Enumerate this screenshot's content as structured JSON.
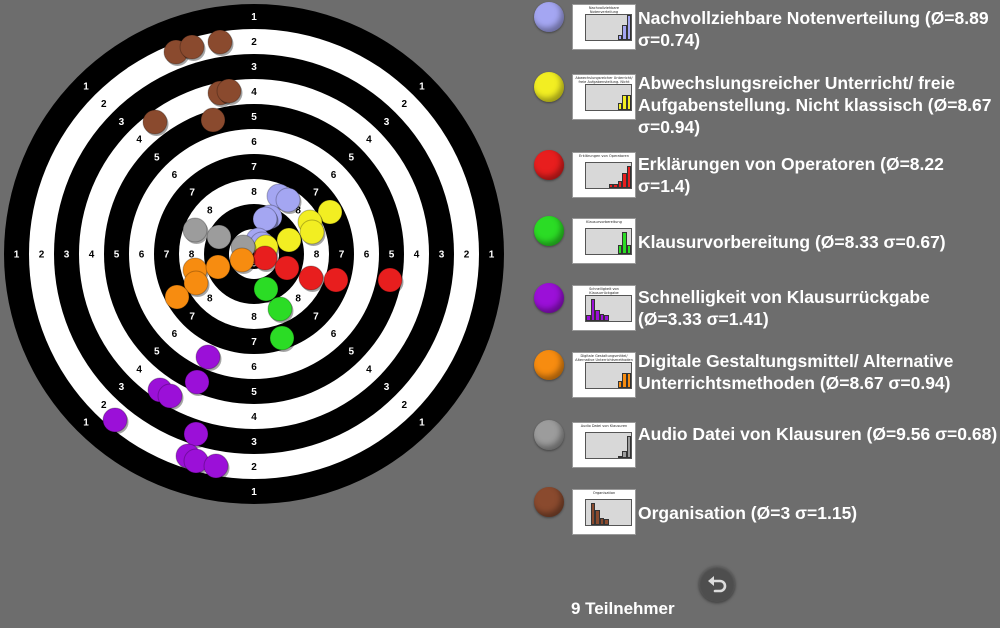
{
  "target": {
    "ring_labels": [
      "1",
      "2",
      "3",
      "4",
      "5",
      "6",
      "7",
      "8",
      "9"
    ]
  },
  "legend": [
    {
      "text": "Nachvollziehbare Notenverteilung (Ø=8.89 σ=0.74)",
      "color": "#a4a6f2",
      "thumb_title": "Nachvollziehbare Notenverteilung",
      "bars": [
        0,
        0,
        0,
        0,
        0,
        0,
        0,
        0.2,
        0.6,
        1.0
      ]
    },
    {
      "text": "Abwechslungsreicher Unterricht/ freie Aufgabenstellung. Nicht klassisch (Ø=8.67 σ=0.94)",
      "color": "#f2ee22",
      "thumb_title": "Abwechslungsreicher Unterricht/ freie Aufgabenstellung. Nicht klassisch",
      "bars": [
        0,
        0,
        0,
        0,
        0,
        0,
        0,
        0.3,
        0.6,
        0.6
      ]
    },
    {
      "text": "Erklärungen von Operatoren (Ø=8.22 σ=1.4)",
      "color": "#e81e1e",
      "thumb_title": "Erklärungen von Operatoren",
      "bars": [
        0,
        0,
        0,
        0,
        0,
        0.15,
        0.15,
        0.3,
        0.6,
        0.9
      ]
    },
    {
      "text": "Klausurvorbereitung (Ø=8.33 σ=0.67)",
      "color": "#2bdc25",
      "thumb_title": "Klausurvorbereitung",
      "bars": [
        0,
        0,
        0,
        0,
        0,
        0,
        0,
        0.35,
        0.9,
        0.35
      ]
    },
    {
      "text": "Schnelligkeit von Klausurrückgabe (Ø=3.33 σ=1.41)",
      "color": "#9b10d8",
      "thumb_title": "Schnelligkeit von Klausurrückgabe",
      "bars": [
        0.25,
        0.9,
        0.45,
        0.3,
        0.25,
        0,
        0,
        0,
        0,
        0
      ]
    },
    {
      "text": "Digitale Gestaltungsmittel/ Alternative Unterrichtsmethoden (Ø=8.67 σ=0.94)",
      "color": "#f78c10",
      "thumb_title": "Digitale Gestaltungsmittel/ Alternative Unterrichtsmethoden",
      "bars": [
        0,
        0,
        0,
        0,
        0,
        0,
        0,
        0.3,
        0.6,
        0.6
      ]
    },
    {
      "text": "Audio Datei von Klausuren (Ø=9.56 σ=0.68)",
      "color": "#9c9c9c",
      "thumb_title": "Audio Datei von Klausuren",
      "bars": [
        0,
        0,
        0,
        0,
        0,
        0,
        0,
        0.1,
        0.3,
        0.9
      ]
    },
    {
      "text": "Organisation (Ø=3 σ=1.15)",
      "color": "#8a4a2e",
      "thumb_title": "Organisation",
      "bars": [
        0,
        0.9,
        0.6,
        0.3,
        0.25,
        0,
        0,
        0,
        0,
        0
      ]
    }
  ],
  "footer": {
    "participants_label": "9 Teilnehmer"
  },
  "icons": {
    "back": "undo-arrow-icon"
  }
}
